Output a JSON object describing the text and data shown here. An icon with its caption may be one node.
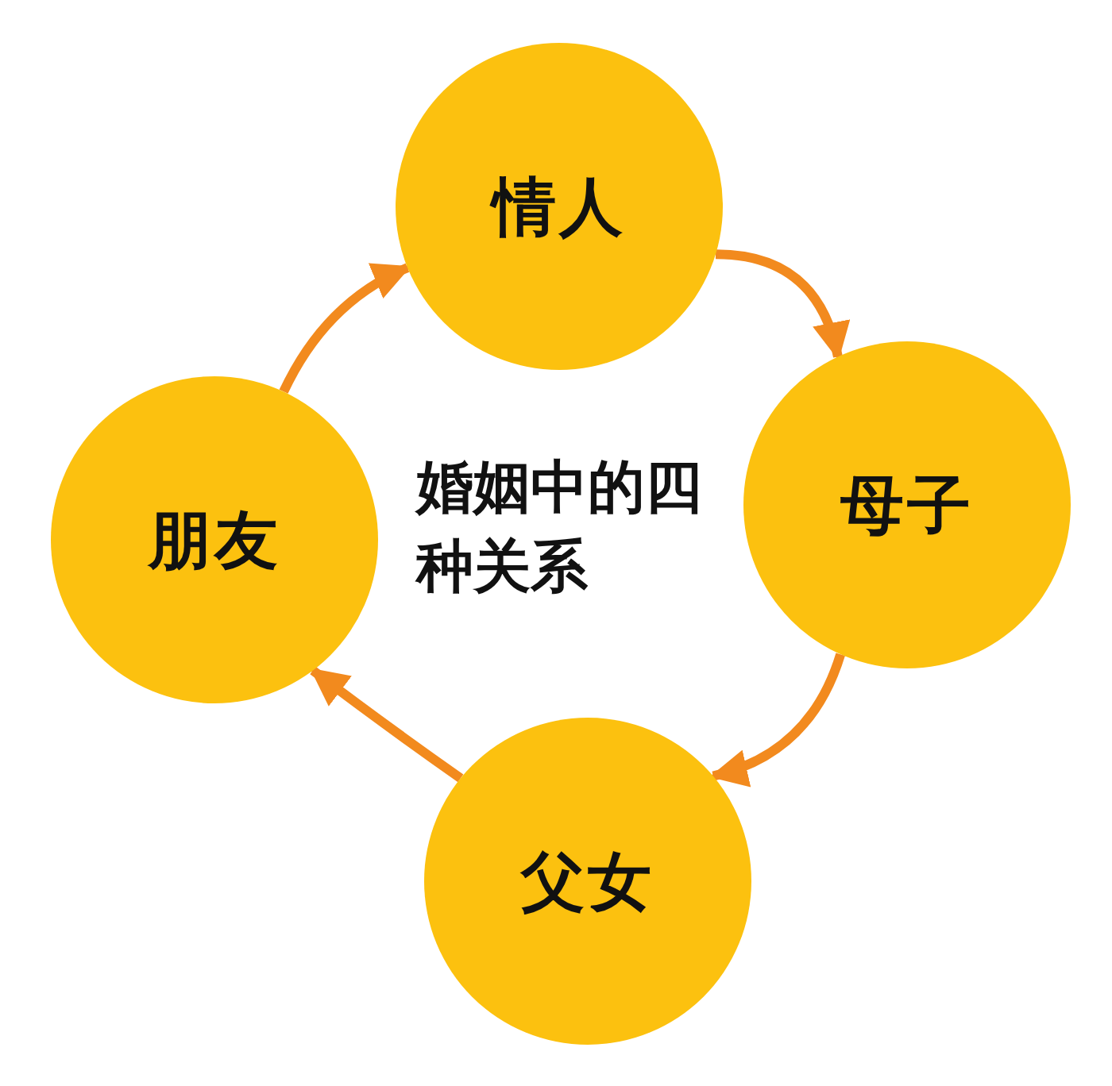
{
  "diagram": {
    "title": "婚姻中的四种关系",
    "nodes": [
      {
        "text": [
          "情人"
        ]
      },
      {
        "text": [
          "母子"
        ]
      },
      {
        "text": [
          "父女"
        ]
      },
      {
        "text": [
          "朋友"
        ]
      }
    ],
    "edges": [
      {
        "from": 0,
        "to": 1,
        "arrow": "to"
      },
      {
        "from": 1,
        "to": 2,
        "arrow": "to"
      },
      {
        "from": 2,
        "to": 3,
        "arrow": "to"
      },
      {
        "from": 3,
        "to": 0,
        "arrow": "to"
      }
    ]
  }
}
